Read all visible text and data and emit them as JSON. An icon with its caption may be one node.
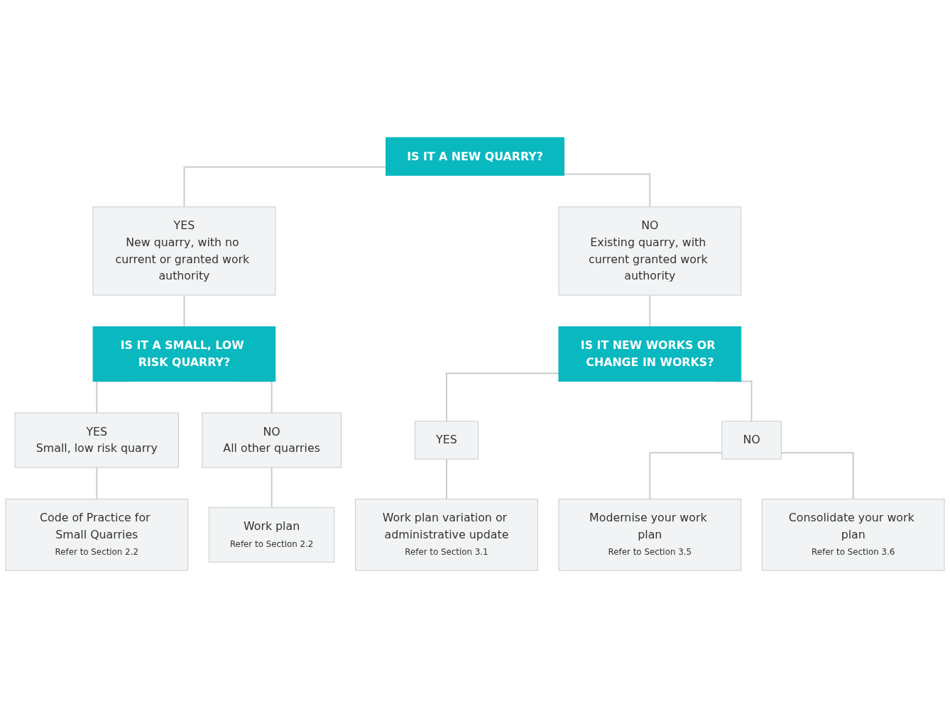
{
  "diagram": {
    "nodes": [
      {
        "text": [
          "IS IT A NEW QUARRY?"
        ]
      },
      {
        "text": [
          "YES",
          "New quarry, with no current or granted work authority"
        ]
      },
      {
        "text": [
          "NO",
          "Existing quarry, with current granted work authority"
        ]
      },
      {
        "text": [
          "IS IT A SMALL, LOW RISK QUARRY?"
        ]
      },
      {
        "text": [
          "IS IT NEW WORKS OR CHANGE IN WORKS?"
        ]
      },
      {
        "text": [
          "YES",
          "Small, low risk quarry"
        ]
      },
      {
        "text": [
          "NO",
          "All other quarries"
        ]
      },
      {
        "text": [
          "YES"
        ]
      },
      {
        "text": [
          "NO"
        ]
      },
      {
        "text": [
          "Code of Practice for Small Quarries",
          "Refer to Section 2.2"
        ]
      },
      {
        "text": [
          "Work plan",
          "Refer to Section 2.2"
        ]
      },
      {
        "text": [
          "Work plan variation or administrative update",
          "Refer to Section 3.1"
        ]
      },
      {
        "text": [
          "Modernise your work plan",
          "Refer to Section 3.5"
        ]
      },
      {
        "text": [
          "Consolidate your work plan",
          "Refer to Section 3.6"
        ]
      }
    ],
    "edges": [
      {
        "from": 0,
        "to": 1,
        "arrow": "none"
      },
      {
        "from": 0,
        "to": 2,
        "arrow": "none"
      },
      {
        "from": 1,
        "to": 3,
        "arrow": "none"
      },
      {
        "from": 2,
        "to": 4,
        "arrow": "none"
      },
      {
        "from": 3,
        "to": 5,
        "arrow": "none"
      },
      {
        "from": 3,
        "to": 6,
        "arrow": "none"
      },
      {
        "from": 4,
        "to": 7,
        "arrow": "none"
      },
      {
        "from": 4,
        "to": 8,
        "arrow": "none"
      },
      {
        "from": 5,
        "to": 9,
        "arrow": "none"
      },
      {
        "from": 6,
        "to": 10,
        "arrow": "none"
      },
      {
        "from": 7,
        "to": 11,
        "arrow": "none"
      },
      {
        "from": 8,
        "to": 12,
        "arrow": "none"
      },
      {
        "from": 8,
        "to": 13,
        "arrow": "none"
      }
    ]
  }
}
